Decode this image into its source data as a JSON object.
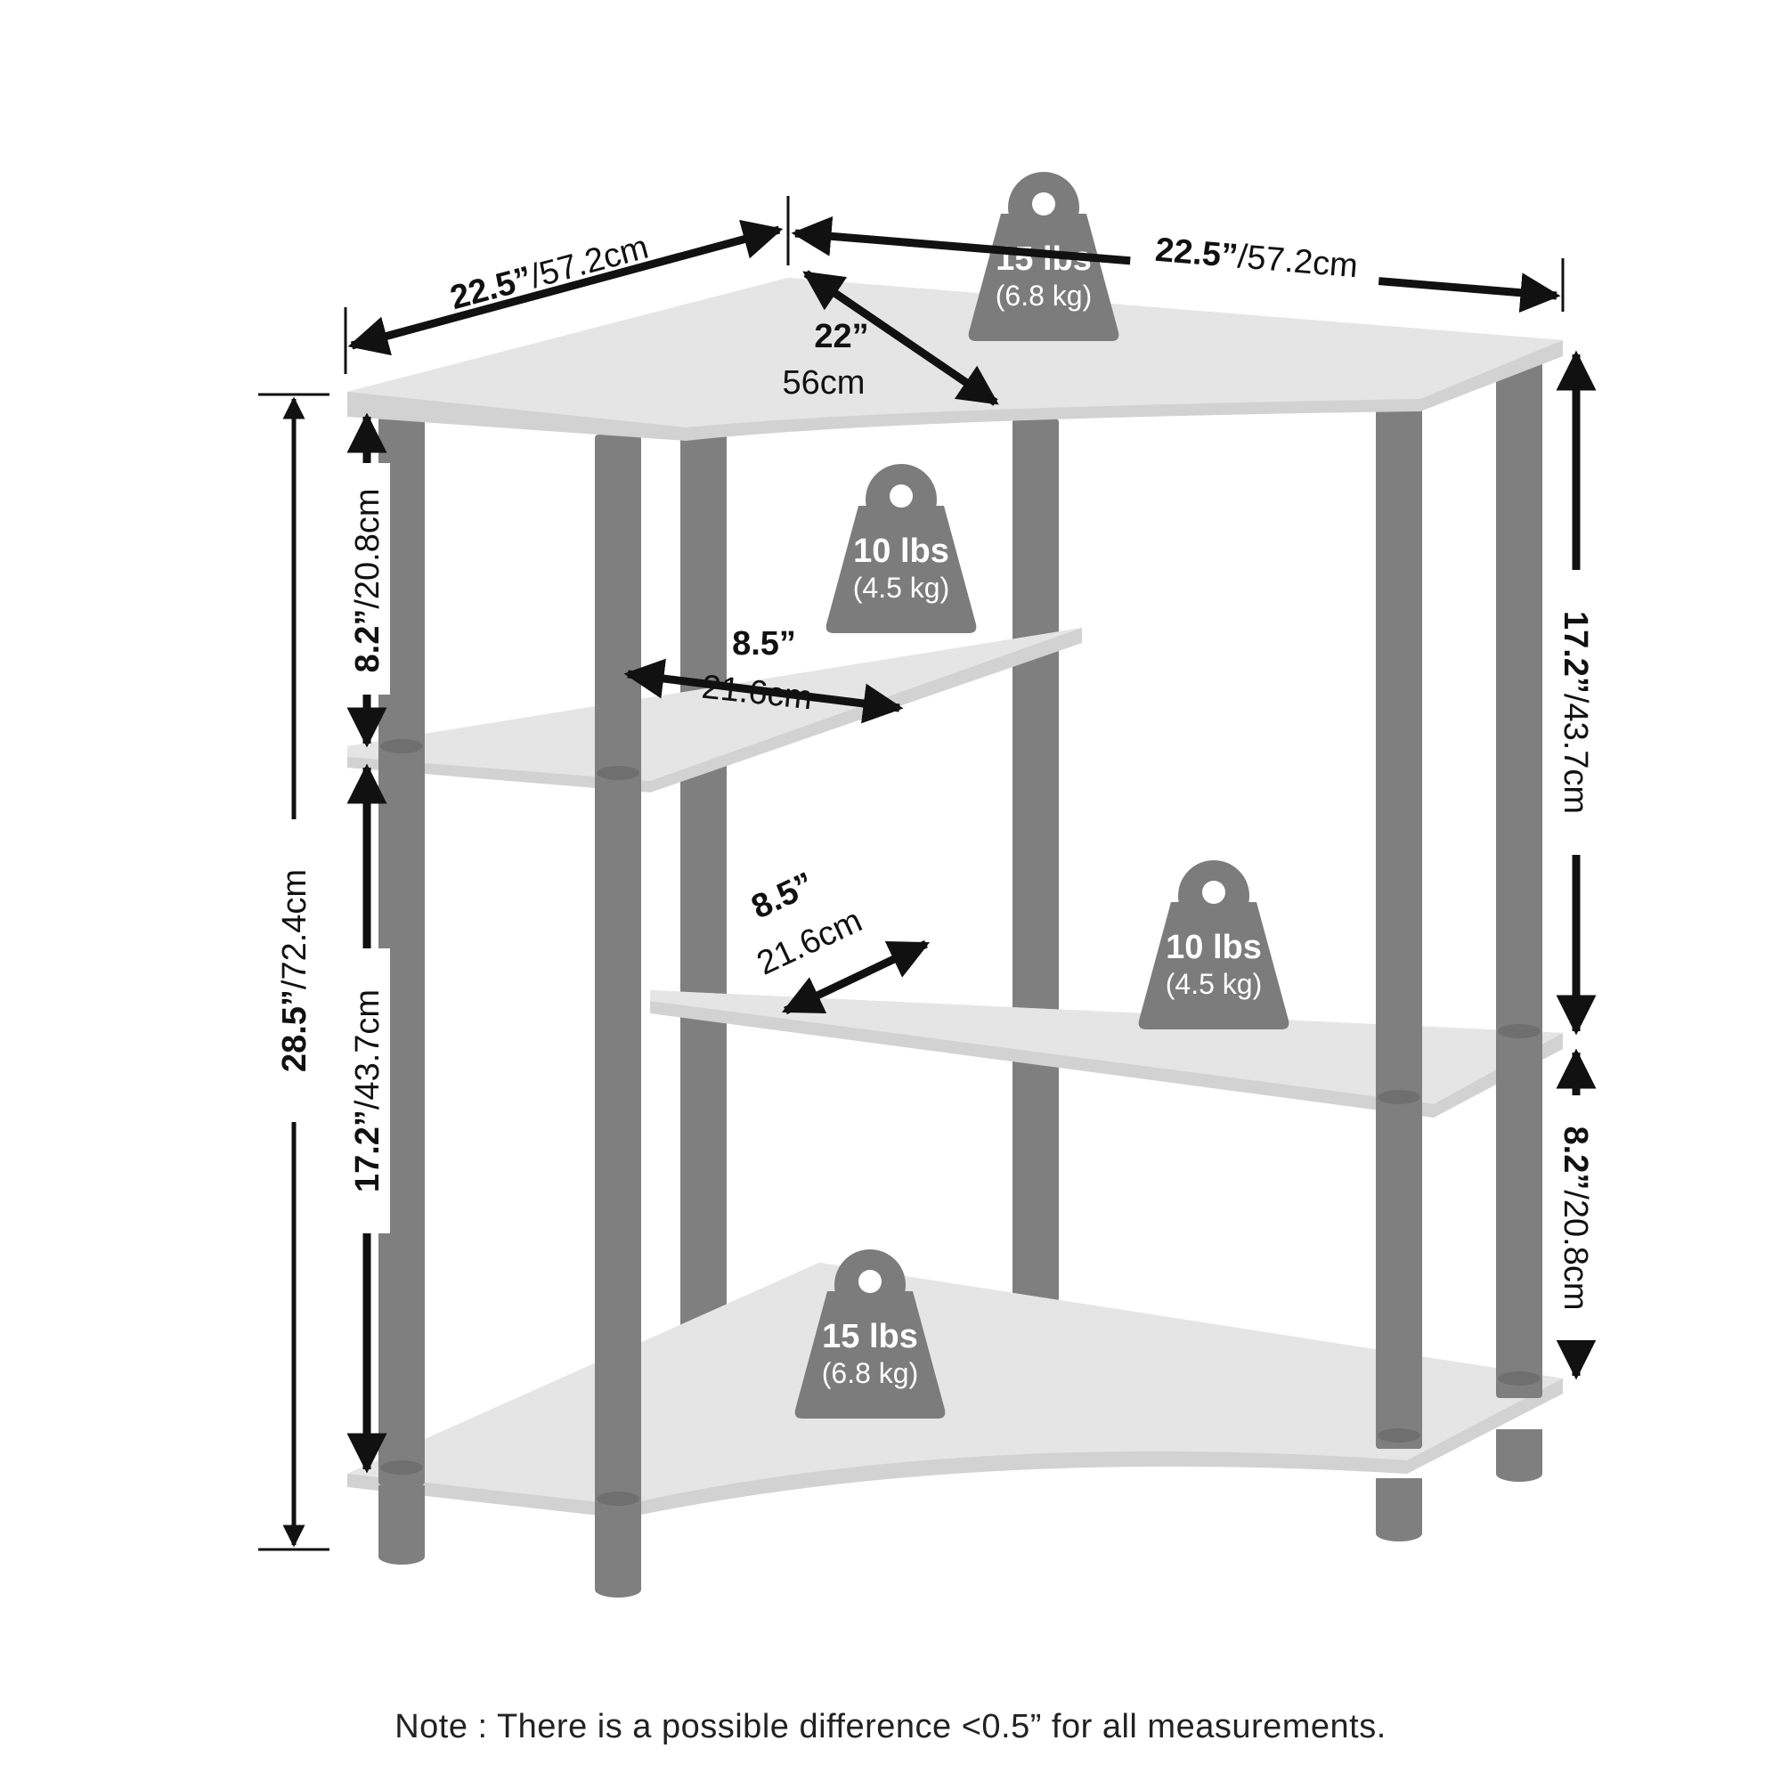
{
  "colors": {
    "shelf": "#e5e5e5",
    "shelf_edge": "#d2d2d2",
    "pole": "#7f7f7f",
    "weight_icon": "#7c7c7c",
    "dimension_line": "#111111"
  },
  "dimensions": {
    "top_left_width": {
      "value": "22.5”",
      "metric": "/57.2cm"
    },
    "top_right_width": {
      "value": "22.5”",
      "metric": "/57.2cm"
    },
    "top_depth": {
      "value": "22”",
      "metric": "56cm"
    },
    "upper_shelf_depth": {
      "value": "8.5”",
      "metric": "21.6cm"
    },
    "middle_shelf_depth": {
      "value": "8.5”",
      "metric": "21.6cm"
    },
    "total_height": {
      "value": "28.5”",
      "metric": "/72.4cm"
    },
    "left_top_gap": {
      "value": "8.2”",
      "metric": "/20.8cm"
    },
    "left_bottom_gap": {
      "value": "17.2”",
      "metric": "/43.7cm"
    },
    "right_top_gap": {
      "value": "17.2”",
      "metric": "/43.7cm"
    },
    "right_bottom_gap": {
      "value": "8.2”",
      "metric": "/20.8cm"
    }
  },
  "weights": {
    "top": {
      "label": "15 lbs",
      "metric": "(6.8 kg)",
      "icon": "weight-icon"
    },
    "upper": {
      "label": "10 lbs",
      "metric": "(4.5 kg)",
      "icon": "weight-icon"
    },
    "middle": {
      "label": "10 lbs",
      "metric": "(4.5 kg)",
      "icon": "weight-icon"
    },
    "bottom": {
      "label": "15 lbs",
      "metric": "(6.8 kg)",
      "icon": "weight-icon"
    }
  },
  "note": "Note : There is a possible difference <0.5” for all measurements."
}
